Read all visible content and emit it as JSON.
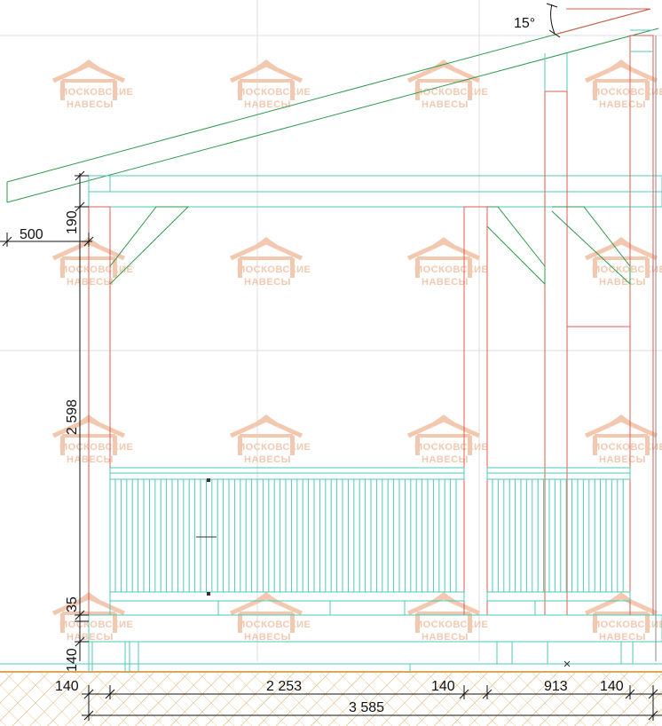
{
  "colors": {
    "post": "#e0584f",
    "frame": "#4fc9b8",
    "roof": "#2f9a4c",
    "dimension": "#111111",
    "ground_hatch": "#d9a95a",
    "watermark": "#f2c9b0",
    "grid": "#d9d9d9"
  },
  "angle_label": "15°",
  "dimensions": {
    "overhang": "500",
    "beam_height": "190",
    "post_height": "2 598",
    "sill_height": "35",
    "base_height": "140",
    "post_width_left": "140",
    "span_main": "2 253",
    "post_width_mid": "140",
    "span_right": "913",
    "post_width_right": "140",
    "total_width": "3 585"
  },
  "watermark": {
    "line1": "МОСКОВСКИЕ",
    "line2": "НАВЕСЫ",
    "icon": "canopy-logo-icon"
  }
}
